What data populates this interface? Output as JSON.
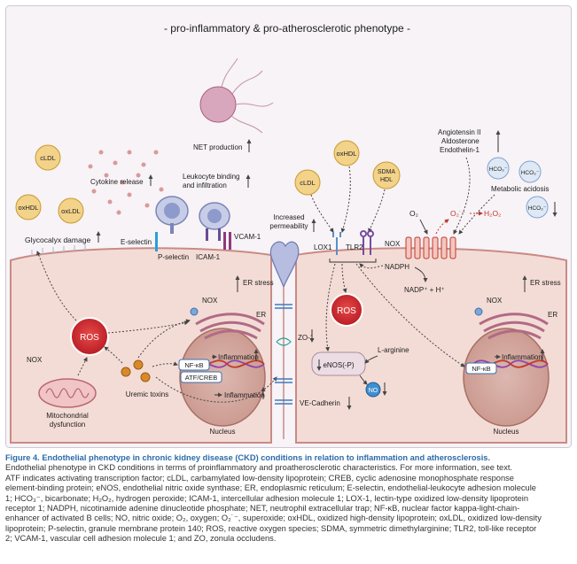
{
  "figure": {
    "header": "- pro-inflammatory & pro-atherosclerotic phenotype -",
    "labels": {
      "net_production": "NET production",
      "cytokine_release": "Cytokine release",
      "leukocyte_binding_1": "Leukocyte binding",
      "leukocyte_binding_2": "and infiltration",
      "cldl": "cLDL",
      "oxhdl": "oxHDL",
      "oxldl": "oxLDL",
      "glycocalyx": "Glycocalyx damage",
      "e_selectin": "E-selectin",
      "p_selectin": "P-selectin",
      "icam1": "ICAM-1",
      "vcam1": "VCAM-1",
      "increased_perm_1": "Increased",
      "increased_perm_2": "permeability",
      "lox1": "LOX1",
      "tlr2": "TLR2",
      "sdma_1": "SDMA",
      "sdma_2": "HDL",
      "o2": "O₂",
      "o2_superoxide": "O₂˙⁻",
      "h2o2": "H₂O₂",
      "nox": "NOX",
      "nadph": "NADPH",
      "nadp": "NADP⁺ + H⁺",
      "angiotensin": "Angiotensin II",
      "aldosterone": "Aldosterone",
      "endothelin": "Endothelin-1",
      "hco3": "HCO₃⁻",
      "metabolic_acidosis": "Metabolic acidosis",
      "er_stress": "ER stress",
      "er": "ER",
      "ros": "ROS",
      "nfkb": "NF-κB",
      "atf_creb": "ATF/CREB",
      "inflammation": "Inflammation",
      "nucleus": "Nucleus",
      "uremic_toxins": "Uremic toxins",
      "mito_1": "Mitochondrial",
      "mito_2": "dysfunction",
      "zo1": "ZO-1",
      "enos": "eNOS(-P)",
      "l_arginine": "L-arginine",
      "no": "NO",
      "ve_cadherin": "VE-Cadherin"
    }
  },
  "caption": {
    "title": "Figure 4. Endothelial phenotype in chronic kidney disease (CKD) conditions in relation to inflammation and atherosclerosis.",
    "lines": [
      "Endothelial phenotype in CKD conditions in terms of proinflammatory and proatherosclerotic characteristics. For more information, see text.",
      "ATF indicates activating transcription factor; cLDL, carbamylated low-density lipoprotein; CREB, cyclic adenosine monophosphate response",
      "element-binding protein; eNOS, endothelial nitric oxide synthase; ER, endoplasmic reticulum; E-selectin, endothelial-leukocyte adhesion molecule",
      "1; HCO₃⁻, bicarbonate; H₂O₂, hydrogen peroxide; ICAM-1, intercellular adhesion molecule 1; LOX-1, lectin-type oxidized low-density lipoprotein",
      "receptor 1; NADPH, nicotinamide adenine dinucleotide phosphate; NET, neutrophil extracellular trap; NF-κB, nuclear factor kappa-light-chain-",
      "enhancer of activated B cells; NO, nitric oxide; O₂, oxygen; O₂˙⁻, superoxide; oxHDL, oxidized high-density lipoprotein; oxLDL, oxidized low-density",
      "lipoprotein; P-selectin, granule membrane protein 140; ROS, reactive oxygen species; SDMA, symmetric dimethylarginine; TLR2, toll-like receptor",
      "2; VCAM-1, vascular cell adhesion molecule 1; and ZO, zonula occludens."
    ]
  }
}
